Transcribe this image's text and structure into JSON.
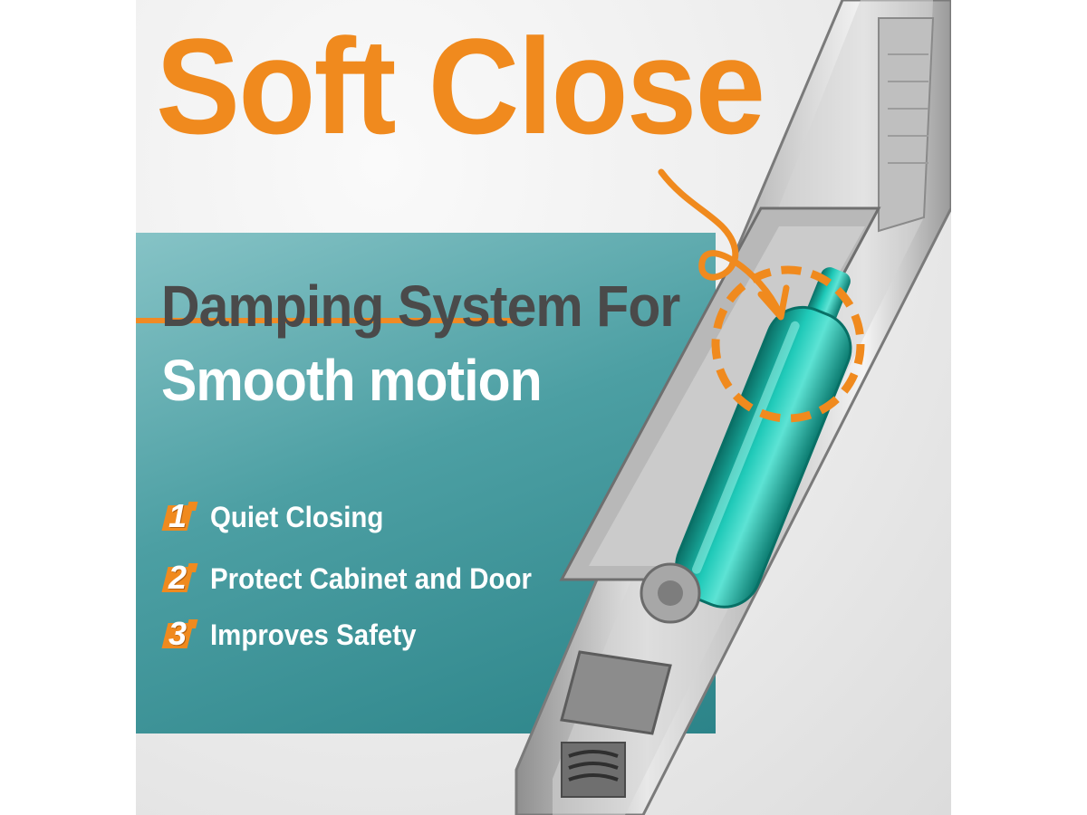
{
  "title": "Soft Close",
  "headline_line1": "Damping System For",
  "headline_line2": "Smooth motion",
  "features": [
    {
      "number": "1",
      "label": "Quiet Closing"
    },
    {
      "number": "2",
      "label": "Protect Cabinet and Door"
    },
    {
      "number": "3",
      "label": "Improves Safety"
    }
  ],
  "colors": {
    "accent_orange": "#f08a1e",
    "panel_teal": "#4c9fa3",
    "damper_cyan": "#13b3a4",
    "headline_gray": "#4a4a4a"
  },
  "icons": {
    "pointer": "curved-arrow-icon",
    "highlight": "dashed-circle-icon"
  }
}
